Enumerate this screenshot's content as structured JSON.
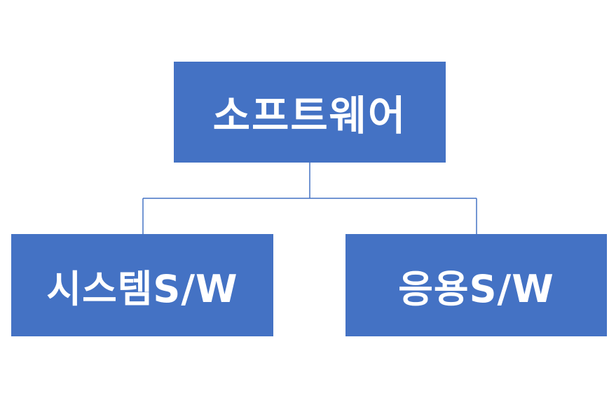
{
  "diagram": {
    "root": {
      "label": "소프트웨어"
    },
    "children": [
      {
        "label": "시스템S/W"
      },
      {
        "label": "응용S/W"
      }
    ],
    "colors": {
      "node_fill": "#4472C4",
      "node_text": "#ffffff",
      "connector": "#4472C4",
      "background": "#ffffff"
    }
  }
}
